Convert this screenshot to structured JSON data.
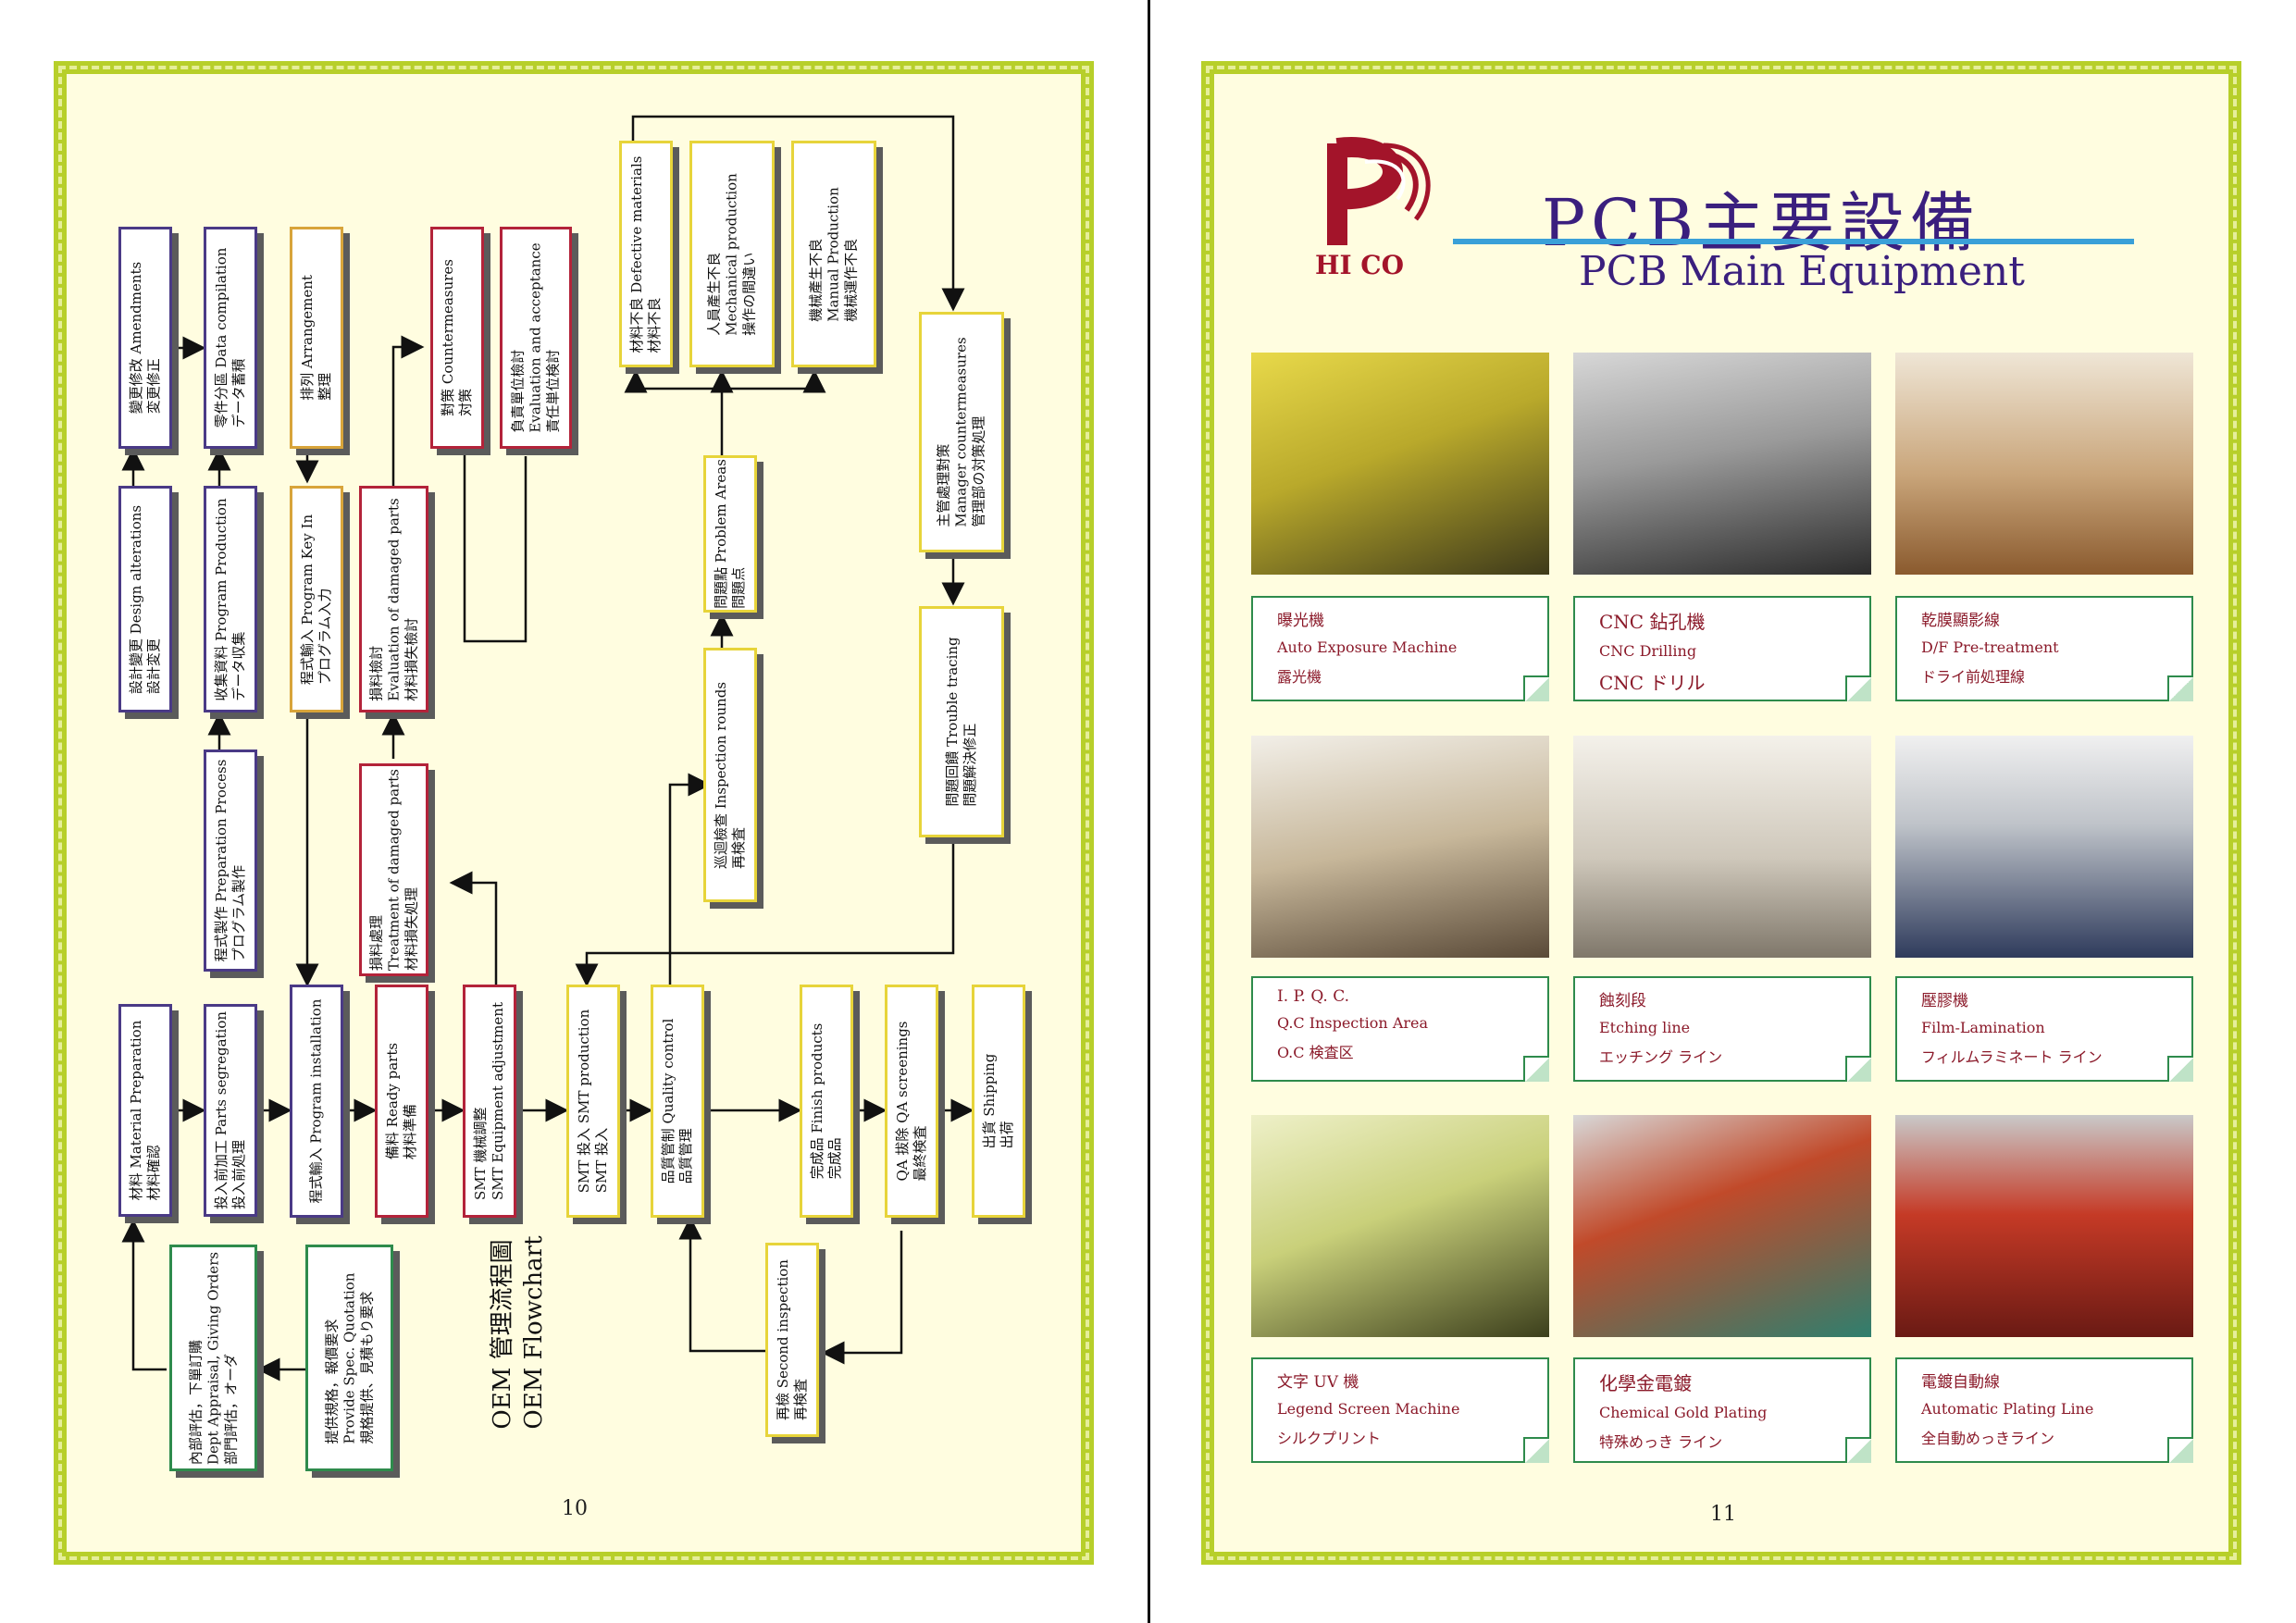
{
  "left_page": {
    "chart_title_cn": "OEM 管理流程圖",
    "chart_title_en": "OEM Flowchart",
    "page_number": "10",
    "boxes": {
      "design_alterations": [
        "設計變更 Design alterations",
        "設計変更"
      ],
      "amendments": [
        "變更修改 Amendments",
        "変更修正"
      ],
      "program_production": [
        "收集資料 Program Production",
        "データ収集"
      ],
      "data_compilation": [
        "零件分區 Data compilation",
        "データ蓄積"
      ],
      "preparation_process": [
        "程式製作 Preparation Process",
        "プログラム製作"
      ],
      "program_key_in": [
        "程式輸入 Program Key In",
        "プログラム入力"
      ],
      "arrangement": [
        "排列 Arrangement",
        "整理"
      ],
      "evaluation_damaged": [
        "損料檢討",
        "Evaluation of damaged parts",
        "材料損失檢討"
      ],
      "treatment_damaged": [
        "損料處理",
        "Treatment of damaged parts",
        "材料損失処理"
      ],
      "countermeasures": [
        "對策 Countermeasures",
        "対策"
      ],
      "evaluation_acceptance": [
        "負責單位檢討",
        "Evaluation and acceptance",
        "責任単位検討"
      ],
      "defective_materials": [
        "材料不良 Defective materials",
        "材料不良"
      ],
      "mechanical_production": [
        "人員產生不良",
        "Mechanical production",
        "操作の間違い"
      ],
      "manual_production": [
        "機械產生不良",
        "Manual Production",
        "機械運作不良"
      ],
      "manager_countermeasures": [
        "主管處理對策",
        "Manager countermeasures",
        "管理部の対策処理"
      ],
      "problem_areas": [
        "問題點 Problem Areas",
        "問題点"
      ],
      "inspection_rounds": [
        "巡迴檢查 Inspection rounds",
        "再検査"
      ],
      "trouble_tracing": [
        "問題回饋 Trouble tracing",
        "問題解決修正"
      ],
      "material_preparation": [
        "材料 Material Preparation",
        "材料確認"
      ],
      "parts_segregation": [
        "投入前加工 Parts segregation",
        "投入前処理"
      ],
      "program_installation": [
        "程式輸入 Program installation"
      ],
      "ready_parts": [
        "備料 Ready parts",
        "材料準備"
      ],
      "smt_equipment": [
        "SMT 機械調整",
        "SMT Equipment adjustment"
      ],
      "smt_production": [
        "SMT 投入 SMT production",
        "SMT 投入"
      ],
      "quality_control": [
        "品質管制 Quality control",
        "品質管理"
      ],
      "finish_products": [
        "完成品 Finish products",
        "完成品"
      ],
      "qa_screenings": [
        "QA 拔除 QA screenings",
        "最終検査"
      ],
      "shipping": [
        "出貨 Shipping",
        "出荷"
      ],
      "second_inspection": [
        "再檢 Second inspection",
        "再検査"
      ],
      "dept_appraisal": [
        "內部評估，下單訂購",
        "Dept Appraisal, Giving Orders",
        "部門評估，オーダ"
      ],
      "provide_spec": [
        "提供規格，報價要求",
        "Provide Spec. Quotation",
        "規格提供、見積もり要求"
      ]
    }
  },
  "right_page": {
    "logo_text": "HI CO",
    "title_cn": "PCB主要設備",
    "title_en": "PCB Main Equipment",
    "page_number": "11",
    "equipment": [
      {
        "l1": "曝光機",
        "l2": "Auto Exposure Machine",
        "l3": "露光機"
      },
      {
        "l1": "CNC 鉆孔機",
        "l2": "CNC Drilling",
        "l3": "CNC ドリル"
      },
      {
        "l1": "乾膜顯影線",
        "l2": "D/F Pre-treatment",
        "l3": "ドライ前処理線"
      },
      {
        "l1": "I. P. Q. C.",
        "l2": "Q.C Inspection Area",
        "l3": "O.C 検査区"
      },
      {
        "l1": "蝕刻段",
        "l2": "Etching line",
        "l3": "エッチング ライン"
      },
      {
        "l1": "壓膠機",
        "l2": "Film-Lamination",
        "l3": "フィルムラミネート ライン"
      },
      {
        "l1": "文字 UV 機",
        "l2": "Legend Screen Machine",
        "l3": "シルクプリント"
      },
      {
        "l1": "化學金電鍍",
        "l2": "Chemical Gold Plating",
        "l3": "特殊めっき ライン"
      },
      {
        "l1": "電鍍自動線",
        "l2": "Automatic Plating Line",
        "l3": "全自動めっきライン"
      }
    ],
    "colors": {
      "title": "#3a1f7e",
      "accent_line": "#3aa0d8",
      "card_text": "#8b1a2a",
      "border": "#b7cf2a"
    }
  }
}
